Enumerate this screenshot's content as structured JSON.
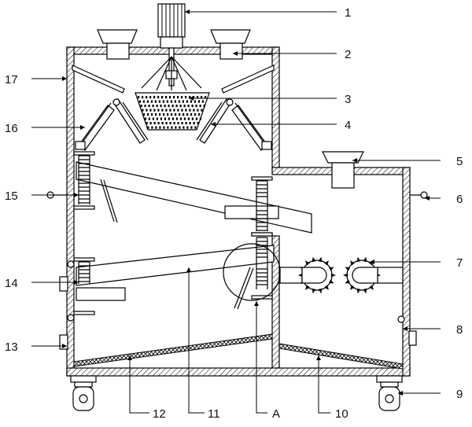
{
  "callouts": [
    {
      "text": "1"
    },
    {
      "text": "2"
    },
    {
      "text": "3"
    },
    {
      "text": "4"
    },
    {
      "text": "5"
    },
    {
      "text": "6"
    },
    {
      "text": "7"
    },
    {
      "text": "8"
    },
    {
      "text": "9"
    },
    {
      "text": "17"
    },
    {
      "text": "16"
    },
    {
      "text": "15"
    },
    {
      "text": "14"
    },
    {
      "text": "13"
    },
    {
      "text": "12"
    },
    {
      "text": "11"
    },
    {
      "text": "A"
    },
    {
      "text": "10"
    }
  ]
}
